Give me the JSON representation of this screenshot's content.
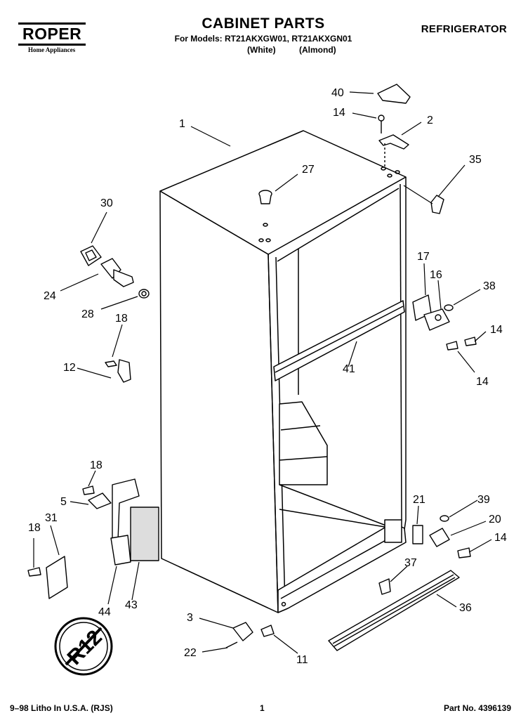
{
  "header": {
    "brand": "ROPER",
    "brand_sub": "Home Appliances",
    "title": "CABINET PARTS",
    "models_line": "For Models: RT21AKXGW01, RT21AKXGN01",
    "colors": [
      "(White)",
      "(Almond)"
    ],
    "category": "REFRIGERATOR"
  },
  "callouts": [
    "1",
    "40",
    "14",
    "2",
    "27",
    "35",
    "30",
    "24",
    "28",
    "18",
    "12",
    "17",
    "16",
    "38",
    "14",
    "14",
    "41",
    "18",
    "5",
    "21",
    "39",
    "20",
    "14",
    "18",
    "31",
    "37",
    "36",
    "44",
    "43",
    "3",
    "22",
    "11"
  ],
  "badge_text": "R12",
  "footer": {
    "left": "9–98 Litho In U.S.A. (RJS)",
    "center": "1",
    "right": "Part No. 4396139"
  }
}
